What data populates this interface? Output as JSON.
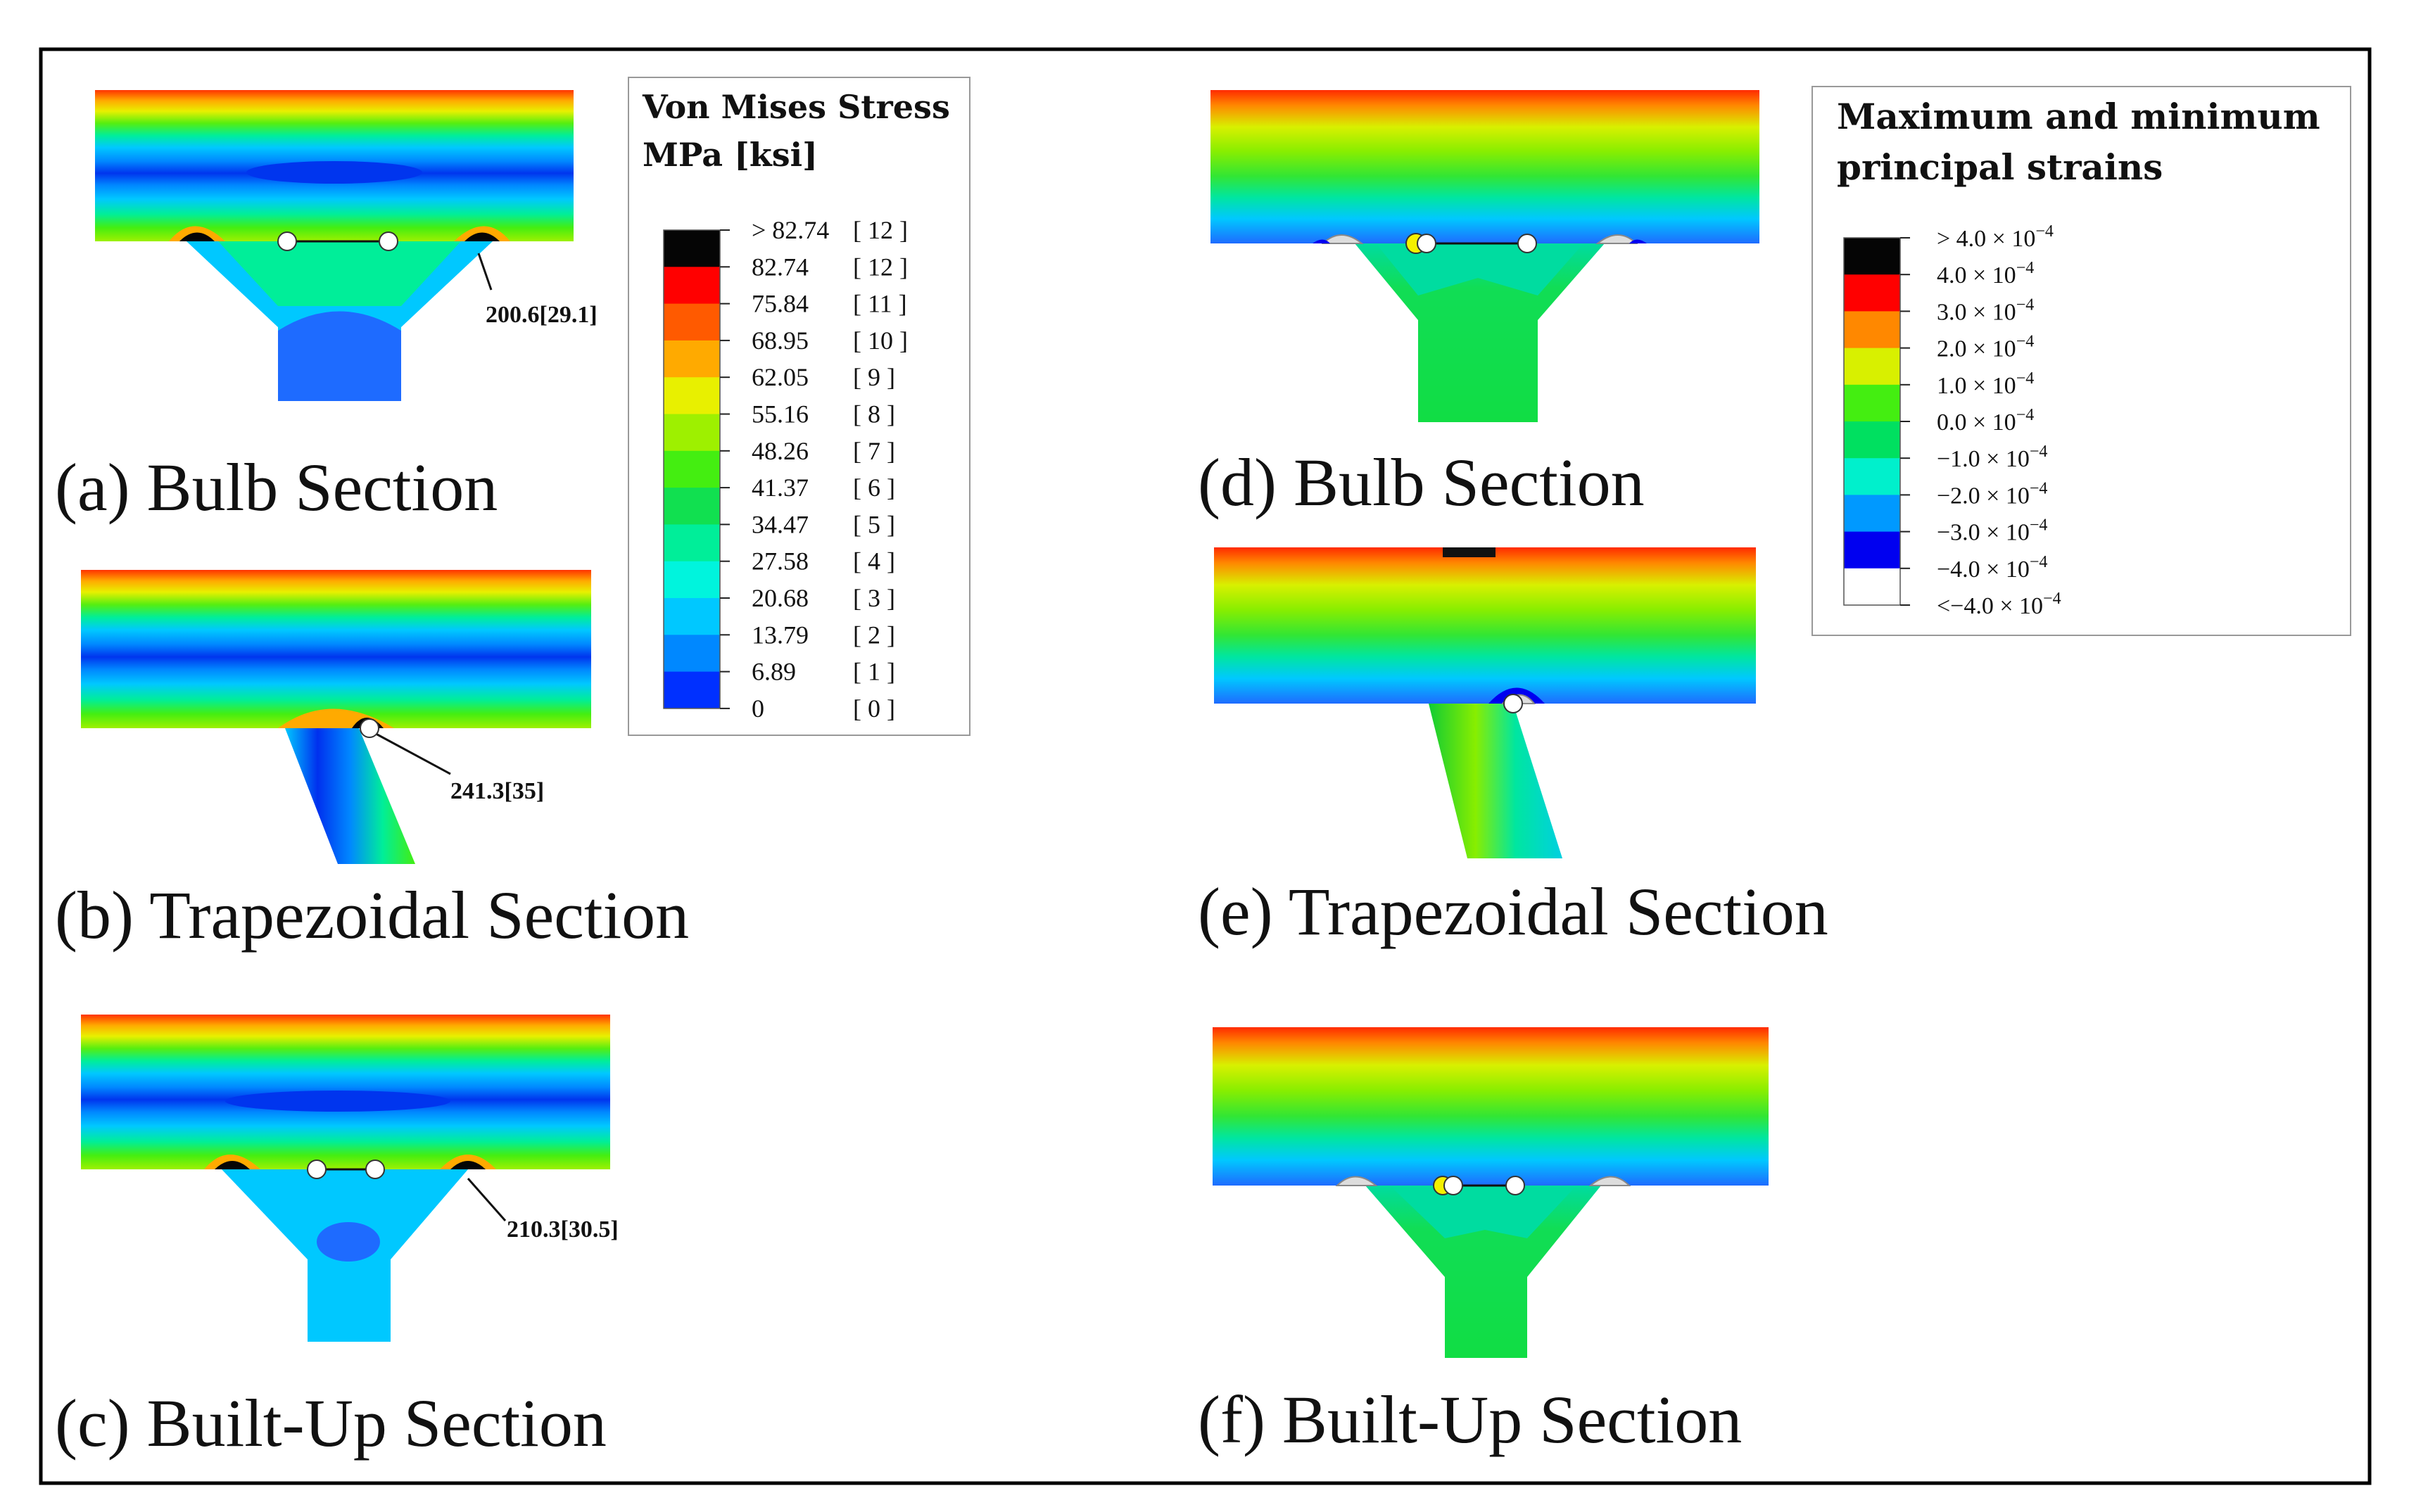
{
  "stress_legend": {
    "title_line1": "Von Mises Stress",
    "title_line2": "MPa [ksi]",
    "entries": [
      {
        "label": "> 82.74",
        "ksi": "[ 12 ]",
        "color": "#050505"
      },
      {
        "label": "82.74",
        "ksi": "[ 12 ]",
        "color": "#ff0000"
      },
      {
        "label": "75.84",
        "ksi": "[ 11 ]",
        "color": "#ff5a00"
      },
      {
        "label": "68.95",
        "ksi": "[ 10 ]",
        "color": "#ffaa00"
      },
      {
        "label": "62.05",
        "ksi": "[ 9 ]",
        "color": "#e8f000"
      },
      {
        "label": "55.16",
        "ksi": "[ 8 ]",
        "color": "#9ef000"
      },
      {
        "label": "48.26",
        "ksi": "[ 7 ]",
        "color": "#44ee11"
      },
      {
        "label": "41.37",
        "ksi": "[ 6 ]",
        "color": "#11e050"
      },
      {
        "label": "34.47",
        "ksi": "[ 5 ]",
        "color": "#00ee99"
      },
      {
        "label": "27.58",
        "ksi": "[ 4 ]",
        "color": "#00f4dd"
      },
      {
        "label": "20.68",
        "ksi": "[ 3 ]",
        "color": "#00c8ff"
      },
      {
        "label": "13.79",
        "ksi": "[ 2 ]",
        "color": "#0088ff"
      },
      {
        "label": "6.89",
        "ksi": "[ 1 ]",
        "color": "#0030ff"
      },
      {
        "label": "0",
        "ksi": "[ 0 ]",
        "color": null
      }
    ]
  },
  "strain_legend": {
    "title_line1": "Maximum and minimum",
    "title_line2": "principal strains",
    "exponent": "−4",
    "entries": [
      {
        "label": "> 4.0 × 10",
        "color": "#050505"
      },
      {
        "label": "4.0 × 10",
        "color": "#ff0000"
      },
      {
        "label": "3.0 × 10",
        "color": "#ff8800"
      },
      {
        "label": "2.0 × 10",
        "color": "#d8f000"
      },
      {
        "label": "1.0 × 10",
        "color": "#44ee11"
      },
      {
        "label": "0.0 × 10",
        "color": "#00e060"
      },
      {
        "label": "−1.0 × 10",
        "color": "#00f0cc"
      },
      {
        "label": "−2.0 × 10",
        "color": "#0099ff"
      },
      {
        "label": "−3.0 × 10",
        "color": "#0000f0"
      },
      {
        "label": "−4.0 × 10",
        "color": "#ffffff"
      },
      {
        "label": "<−4.0 × 10",
        "color": null
      }
    ]
  },
  "panels": [
    {
      "caption": "(a) Bulb Section",
      "annotation": "200.6[29.1]"
    },
    {
      "caption": "(b) Trapezoidal Section",
      "annotation": "241.3[35]"
    },
    {
      "caption": "(c) Built-Up Section",
      "annotation": "210.3[30.5]"
    },
    {
      "caption": "(d) Bulb Section"
    },
    {
      "caption": "(e) Trapezoidal Section"
    },
    {
      "caption": "(f) Built-Up Section"
    }
  ]
}
